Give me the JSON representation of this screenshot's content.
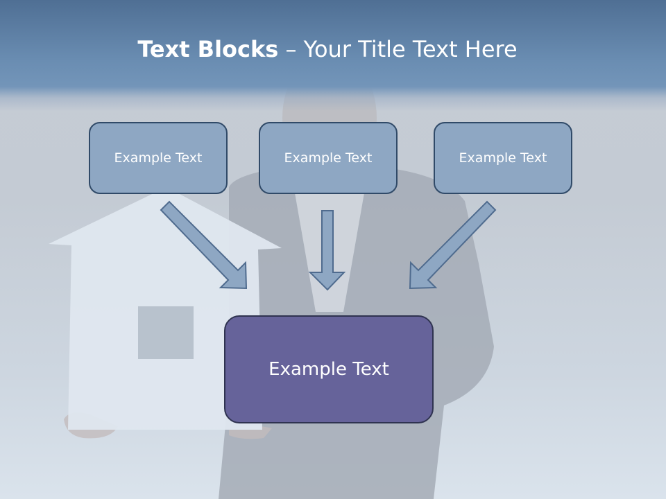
{
  "title": {
    "bold": "Text Blocks",
    "dash": " – ",
    "rest": "Your Title Text Here"
  },
  "blocks": [
    {
      "label": "Example Text"
    },
    {
      "label": "Example Text"
    },
    {
      "label": "Example Text"
    }
  ],
  "main_block": {
    "label": "Example Text"
  },
  "colors": {
    "title_band": "#5f81a8",
    "top_box_fill": "#8ea7c3",
    "top_box_border": "#304a68",
    "main_box_fill": "#66639a",
    "arrow_fill": "#8ea7c3"
  }
}
